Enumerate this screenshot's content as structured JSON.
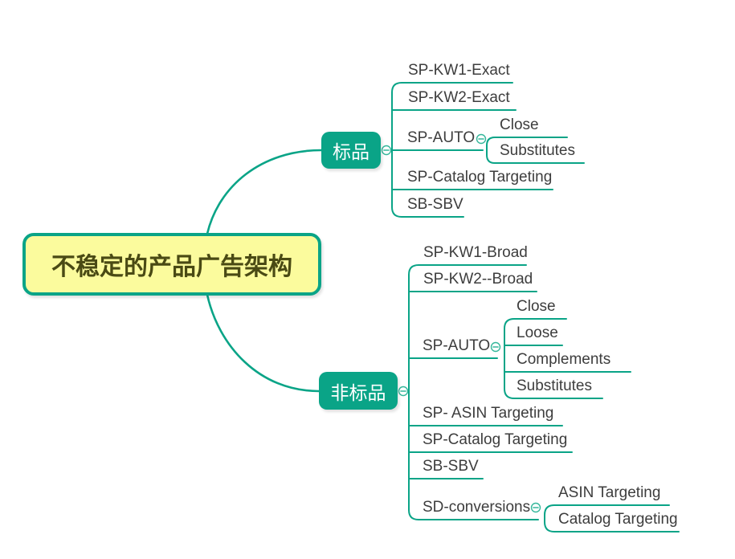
{
  "root": {
    "label": "不稳定的产品广告架构"
  },
  "branches": [
    {
      "label": "标品",
      "children": [
        {
          "label": "SP-KW1-Exact"
        },
        {
          "label": "SP-KW2-Exact"
        },
        {
          "label": "SP-AUTO",
          "children": [
            {
              "label": "Close"
            },
            {
              "label": "Substitutes"
            }
          ]
        },
        {
          "label": "SP-Catalog Targeting"
        },
        {
          "label": "SB-SBV"
        }
      ]
    },
    {
      "label": "非标品",
      "children": [
        {
          "label": "SP-KW1-Broad"
        },
        {
          "label": "SP-KW2--Broad"
        },
        {
          "label": "SP-AUTO",
          "children": [
            {
              "label": "Close"
            },
            {
              "label": "Loose"
            },
            {
              "label": "Complements"
            },
            {
              "label": "Substitutes"
            }
          ]
        },
        {
          "label": "SP- ASIN Targeting"
        },
        {
          "label": "SP-Catalog Targeting"
        },
        {
          "label": "SB-SBV"
        },
        {
          "label": "SD-conversions",
          "children": [
            {
              "label": "ASIN Targeting"
            },
            {
              "label": "Catalog Targeting"
            }
          ]
        }
      ]
    }
  ],
  "icons": {
    "collapse": "minus-in-circle"
  },
  "colors": {
    "line": "#0aa487",
    "main_topic_fill": "#0aa487",
    "main_topic_text": "#ffffff",
    "root_fill": "#fbfb9d",
    "root_border": "#0aa487",
    "root_text": "#4a4a14",
    "subtopic_text": "#3d3d3d"
  }
}
